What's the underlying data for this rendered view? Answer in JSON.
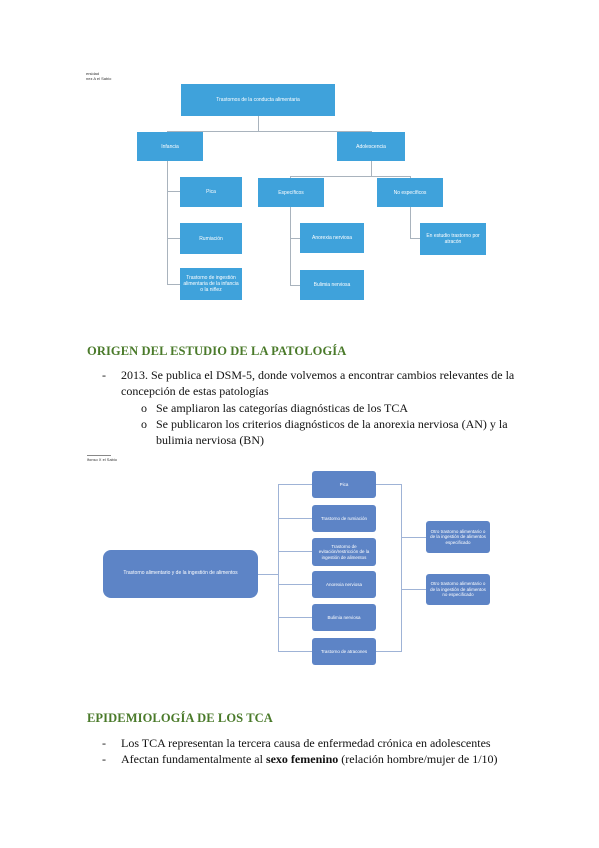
{
  "colors": {
    "box1": "#3fa2db",
    "box2": "#5d84c6",
    "heading": "#4a7a2a"
  },
  "diagram1": {
    "corner_label_line1": "ersidad",
    "corner_label_line2": "nez A el Sabio",
    "root": "Trastornos de la conducta alimentaria",
    "infancia": "Infancia",
    "adolescencia": "Adolescencia",
    "pica": "Pica",
    "rumiacion": "Rumiación",
    "trastorno_ingestion": "Trastorno de ingestión alimentaria de la infancia o la niñez",
    "especificos": "Específicos",
    "anorexia": "Anorexia nerviosa",
    "bulimia": "Bulimia nerviosa",
    "no_especificos": "No específicos",
    "en_estudio": "En estudio trastorno por atracón"
  },
  "section1": {
    "heading": "ORIGEN DEL ESTUDIO DE LA PATOLOGÍA",
    "bullet_dash": "-",
    "bullet_line1": "2013. Se publica el DSM-5, donde volvemos a encontrar cambios relevantes de la",
    "bullet_line2": "concepción de estas patologías",
    "sub_marker": "o",
    "sub1": "Se ampliaron las categorías diagnósticas de los TCA",
    "sub2_line1": "Se publicaron los criterios diagnósticos de la anorexia nerviosa (AN) y la",
    "sub2_line2": "bulimia nerviosa (BN)"
  },
  "diagram2": {
    "corner_label": "lfonso X el Sabio",
    "root": "Trastorno alimentario y de la ingestión de alimentos",
    "pica": "Pica",
    "rumiacion": "Trastorno de rumiación",
    "evitacion": "Trastorno de evitación/restricción de la ingestión de alimentos",
    "anorexia": "Anorexia nerviosa",
    "bulimia": "Bulimia nerviosa",
    "atracones": "Trastorno de atracones",
    "otro_especificado": "Otro trastorno alimentario o de la ingestión de alimentos especificado",
    "otro_no_especificado": "Otro trastorno alimentario o de la ingestión de alimentos no especificado"
  },
  "section2": {
    "heading": "EPIDEMIOLOGÍA DE LOS TCA",
    "bullet_dash": "-",
    "bullet1": "Los TCA representan la tercera causa de enfermedad crónica en adolescentes",
    "bullet2_pre": "Afectan fundamentalmente al ",
    "bullet2_bold": "sexo femenino",
    "bullet2_post": " (relación hombre/mujer de 1/10)"
  }
}
